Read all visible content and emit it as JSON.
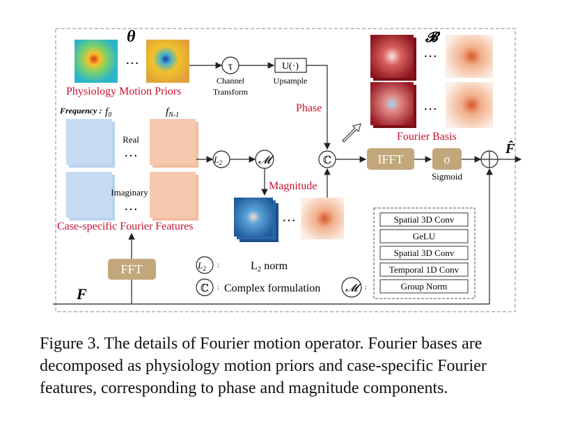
{
  "diagram": {
    "theta": "θ",
    "ellipsis": "…",
    "label_physiology": "Physiology Motion Priors",
    "tau": "τ",
    "label_channel_transform_1": "Channel",
    "label_channel_transform_2": "Transform",
    "upsample_box": "U(·)",
    "label_upsample": "Upsample",
    "label_phase": "Phase",
    "basis_symbol": "𝓑",
    "label_fourier_basis": "Fourier Basis",
    "frequency_label": "Frequency :",
    "f0": "f",
    "f0_sub": "0",
    "fN1": "f",
    "fN1_sub": "N-1",
    "label_real": "Real",
    "label_imaginary": "Imaginary",
    "label_case_specific": "Case-specific Fourier Features",
    "l2_node": "L",
    "l2_sub": "2",
    "m_node": "𝓜",
    "c_node": "ℂ",
    "label_magnitude": "Magnitude",
    "ifft_box": "IFFT",
    "sigma_box": "σ",
    "label_sigmoid": "Sigmoid",
    "f_hat": "F̂",
    "fft_box": "FFT",
    "f_input": "F",
    "legend_l2": "L",
    "legend_l2_sub": "2",
    "legend_l2_text": " norm",
    "legend_c_text": "Complex formulation",
    "legend_colon": ":",
    "legend_m_layers": [
      "Spatial 3D Conv",
      "GeLU",
      "Spatial 3D Conv",
      "Temporal 1D Conv",
      "Group Norm"
    ],
    "colors": {
      "red_label": "#c8102e",
      "box_tan": "#c2a77b",
      "blue_feature": "#b8d4ee",
      "peach_feature": "#f6c9ae",
      "border_dash": "#888888"
    }
  },
  "caption": "Figure 3. The details of Fourier motion operator. Fourier bases are decomposed as physiology motion priors and case-specific Fourier features, corresponding to phase and magnitude components."
}
